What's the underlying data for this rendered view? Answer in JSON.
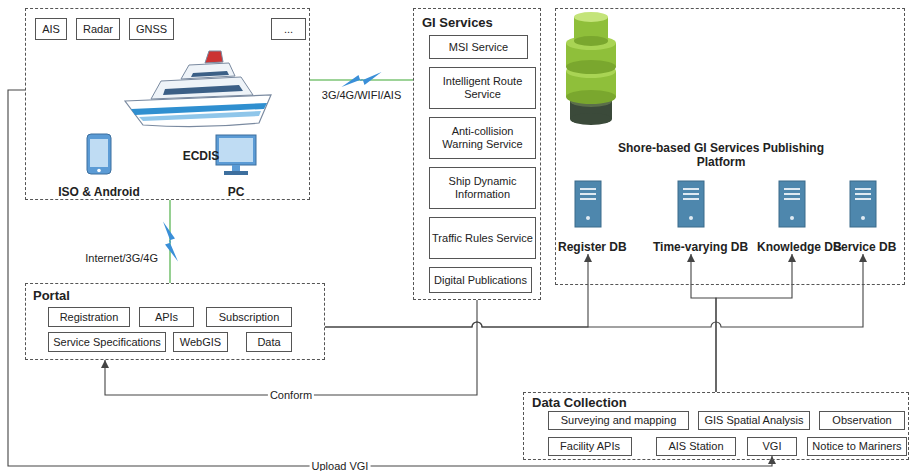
{
  "diagram": {
    "nodes": [
      {
        "text": []
      },
      {
        "text": [
          "AIS"
        ],
        "in": 0
      },
      {
        "text": [
          "Radar"
        ],
        "in": 0
      },
      {
        "text": [
          "GNSS"
        ],
        "in": 0
      },
      {
        "text": [
          "..."
        ],
        "in": 0
      },
      {
        "text": [
          "ECDIS"
        ],
        "in": 0
      },
      {
        "text": [
          "ISO & Android"
        ],
        "in": 0
      },
      {
        "text": [
          "PC"
        ],
        "in": 0
      },
      {
        "text": [
          "GI Services"
        ]
      },
      {
        "text": [
          "MSI Service"
        ],
        "in": 8
      },
      {
        "text": [
          "Intelligent Route Service"
        ],
        "in": 8
      },
      {
        "text": [
          "Anti-collision Warning Service"
        ],
        "in": 8
      },
      {
        "text": [
          "Ship Dynamic Information"
        ],
        "in": 8
      },
      {
        "text": [
          "Traffic Rules Service"
        ],
        "in": 8
      },
      {
        "text": [
          "Digital Publications"
        ],
        "in": 8
      },
      {
        "text": [
          "Shore-based GI Services Publishing Platform"
        ]
      },
      {
        "text": [
          "Register DB"
        ],
        "in": 15
      },
      {
        "text": [
          "Time-varying DB"
        ],
        "in": 15
      },
      {
        "text": [
          "Knowledge DB"
        ],
        "in": 15
      },
      {
        "text": [
          "Service DB"
        ],
        "in": 15
      },
      {
        "text": [
          "Portal"
        ]
      },
      {
        "text": [
          "Registration"
        ],
        "in": 20
      },
      {
        "text": [
          "APIs"
        ],
        "in": 20
      },
      {
        "text": [
          "Subscription"
        ],
        "in": 20
      },
      {
        "text": [
          "Service Specifications"
        ],
        "in": 20
      },
      {
        "text": [
          "WebGIS"
        ],
        "in": 20
      },
      {
        "text": [
          "Data"
        ],
        "in": 20
      },
      {
        "text": [
          "Data Collection"
        ]
      },
      {
        "text": [
          "Surveying and mapping"
        ],
        "in": 27
      },
      {
        "text": [
          "GIS Spatial Analysis"
        ],
        "in": 27
      },
      {
        "text": [
          "Observation"
        ],
        "in": 27
      },
      {
        "text": [
          "Facility APIs"
        ],
        "in": 27
      },
      {
        "text": [
          "AIS Station"
        ],
        "in": 27
      },
      {
        "text": [
          "VGI"
        ],
        "in": 27
      },
      {
        "text": [
          "Notice to Mariners"
        ],
        "in": 27
      }
    ],
    "edges": [
      {
        "from": 0,
        "to": 8,
        "label": "3G/4G/WIFI/AIS",
        "arrow": "none"
      },
      {
        "from": 0,
        "to": 20,
        "label": "Internet/3G/4G",
        "arrow": "none"
      },
      {
        "from": 8,
        "to": 20,
        "label": "Conform",
        "arrow": "to"
      },
      {
        "from": 20,
        "to": 16,
        "arrow": "to"
      },
      {
        "from": 20,
        "to": 19,
        "arrow": "to"
      },
      {
        "from": 27,
        "to": 17,
        "arrow": "to"
      },
      {
        "from": 27,
        "to": 18,
        "arrow": "to"
      },
      {
        "from": 0,
        "to": 33,
        "label": "Upload VGI",
        "arrow": "to"
      }
    ]
  }
}
